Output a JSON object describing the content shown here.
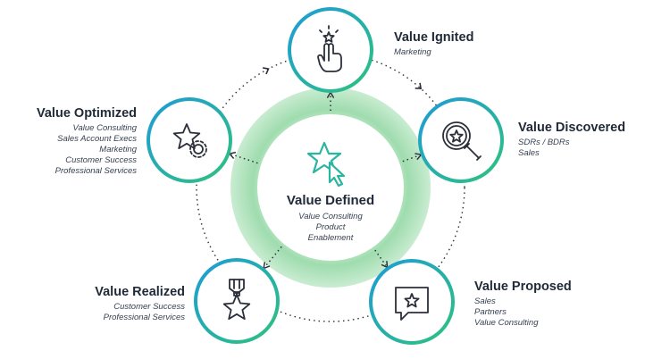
{
  "center": {
    "title": "Value Defined",
    "lines": [
      "Value Consulting",
      "Product",
      "Enablement"
    ],
    "icon": "star-cursor-icon"
  },
  "nodes": [
    {
      "key": "ignited",
      "title": "Value Ignited",
      "lines": [
        "Marketing"
      ],
      "icon": "hand-pointing-star-icon"
    },
    {
      "key": "discovered",
      "title": "Value Discovered",
      "lines": [
        "SDRs / BDRs",
        "Sales"
      ],
      "icon": "magnifier-star-icon"
    },
    {
      "key": "proposed",
      "title": "Value Proposed",
      "lines": [
        "Sales",
        "Partners",
        "Value Consulting"
      ],
      "icon": "chat-star-icon"
    },
    {
      "key": "realized",
      "title": "Value Realized",
      "lines": [
        "Customer Success",
        "Professional Services"
      ],
      "icon": "medal-star-icon"
    },
    {
      "key": "optimized",
      "title": "Value Optimized",
      "lines": [
        "Value Consulting",
        "Sales Account Execs",
        "Marketing",
        "Customer Success",
        "Professional Services"
      ],
      "icon": "star-gear-icon"
    }
  ],
  "colors": {
    "ring_gradient_start": "#1e9bd7",
    "ring_gradient_end": "#2ec27e",
    "green_ring": "#bfe9c9",
    "text": "#1f2937",
    "icon": "#2b2f3a",
    "accent": "#2bb5a0"
  }
}
